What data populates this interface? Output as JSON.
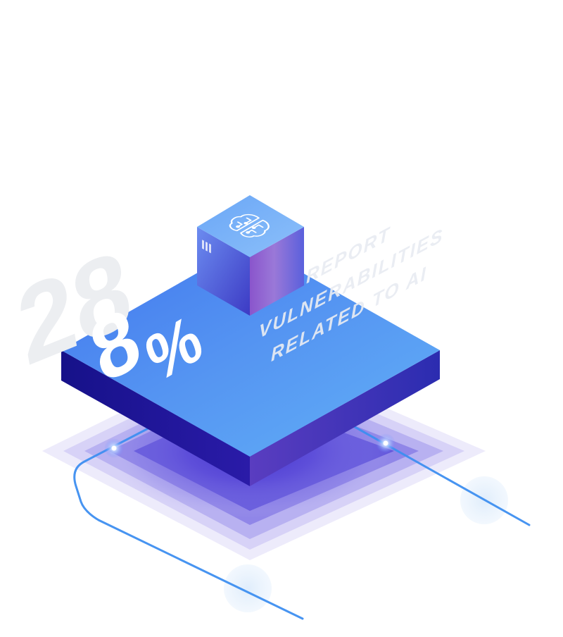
{
  "stat": {
    "digits": "28",
    "percent_sign": "%"
  },
  "caption": {
    "line1": "REPORT",
    "line2": "VULNERABILITIES",
    "line3": "RELATED TO AI"
  },
  "cube": {
    "face_mark": "III"
  },
  "colors": {
    "platform_top": "#4f8df0",
    "platform_dark": "#2a1a9a",
    "cube_top": "#79aef7",
    "accent_line": "#3d8ef0",
    "glow": "#6a5be0",
    "stat_text": "#ffffff",
    "stat_ghost": "#e9ebee"
  },
  "icons": {
    "cube_top": "circuit-brain-icon"
  }
}
